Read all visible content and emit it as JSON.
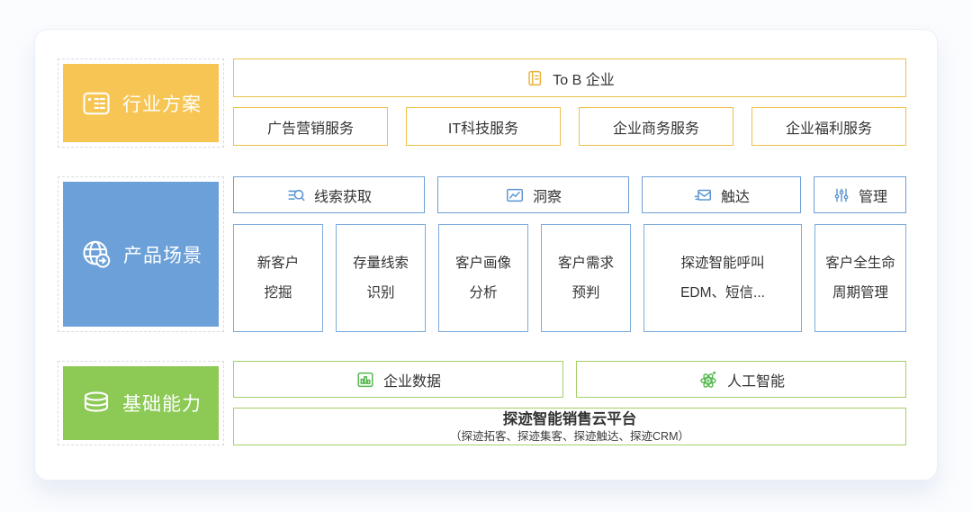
{
  "colors": {
    "yellow_fill": "#f7c553",
    "yellow_border": "#eec04a",
    "yellow_icon": "#e9b23b",
    "blue_fill": "#6ba0d8",
    "blue_border": "#6b9fd4",
    "blue_icon": "#5b96d2",
    "green_fill": "#8cc955",
    "green_border": "#a4cf68",
    "green_icon": "#54b84e",
    "text": "#333333",
    "panel_bg": "#ffffff",
    "page_bg": "#fbfcfe"
  },
  "industry": {
    "label": "行业方案",
    "label_icon": "form-card-icon",
    "tob_label": "To B 企业",
    "tob_icon": "document-icon",
    "items": [
      "广告营销服务",
      "IT科技服务",
      "企业商务服务",
      "企业福利服务"
    ]
  },
  "product": {
    "label": "产品场景",
    "label_icon": "globe-arrow-icon",
    "headers": [
      {
        "label": "线索获取",
        "icon": "search-list-icon"
      },
      {
        "label": "洞察",
        "icon": "chart-line-icon"
      },
      {
        "label": "触达",
        "icon": "mail-send-icon"
      },
      {
        "label": "管理",
        "icon": "sliders-icon"
      }
    ],
    "cells": [
      {
        "l1": "新客户",
        "l2": "挖掘"
      },
      {
        "l1": "存量线索",
        "l2": "识别"
      },
      {
        "l1": "客户画像",
        "l2": "分析"
      },
      {
        "l1": "客户需求",
        "l2": "预判"
      },
      {
        "l1": "探迹智能呼叫",
        "l2": "EDM、短信..."
      },
      {
        "l1": "客户全生命",
        "l2": "周期管理"
      }
    ]
  },
  "base": {
    "label": "基础能力",
    "label_icon": "database-icon",
    "items": [
      {
        "label": "企业数据",
        "icon": "bar-chart-icon"
      },
      {
        "label": "人工智能",
        "icon": "atom-icon"
      }
    ],
    "platform": {
      "title": "探迹智能销售云平台",
      "subtitle": "（探迹拓客、探迹集客、探迹触达、探迹CRM）"
    }
  }
}
